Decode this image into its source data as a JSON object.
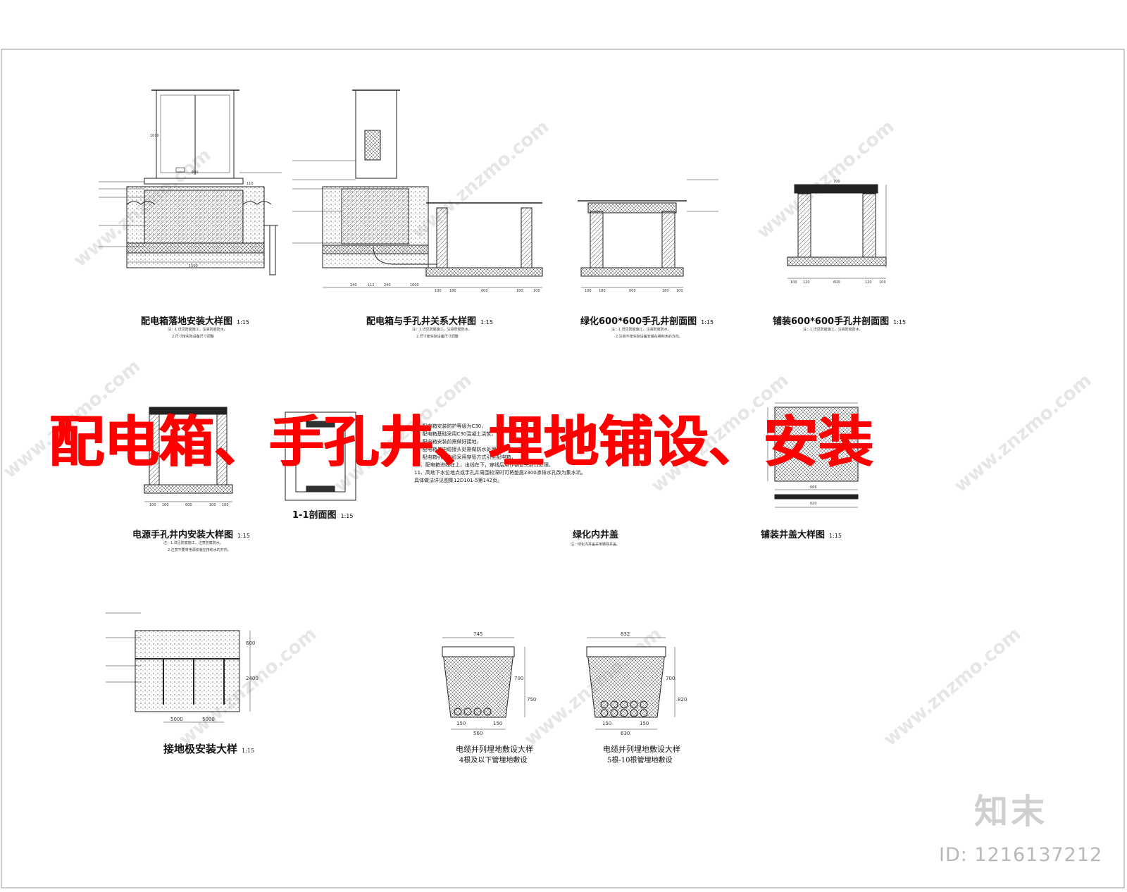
{
  "main_title": "配电箱、手孔井、埋地铺设、安装",
  "drawings": [
    {
      "title": "配电箱落地安装大样图",
      "scale": "1:15",
      "notes": [
        "注：1.详见防腐施工，注意防腐防水。",
        "2.尺寸按实际设备尺寸调整"
      ]
    },
    {
      "title": "配电箱与手孔井关系大样图",
      "scale": "1:15",
      "notes": [
        "注：1.详见防腐施工，注意防腐防水。",
        "2.尺寸按实际设备尺寸调整"
      ]
    },
    {
      "title": "绿化600*600手孔井剖面图",
      "scale": "1:15",
      "notes": [
        "注：1.详见防腐施工，注意防腐防水。",
        "2.注意不按实际设备安装在排积水的方向。"
      ]
    },
    {
      "title": "铺装600*600手孔井剖面图",
      "scale": "1:15",
      "notes": [
        "注：1.详见防腐施工，注意防腐防水。"
      ]
    },
    {
      "title": "电源手孔井内安装大样图",
      "scale": "1:15",
      "notes": [
        "注：1.详见防腐施工，注意防腐防水。",
        "2.注意不要将电源安装在排积水的井内。"
      ]
    },
    {
      "title": "1-1剖面图",
      "scale": "1:15",
      "notes": []
    },
    {
      "title": "绿化内井盖",
      "scale": "",
      "notes": [
        "注：绿化内井盖采用铸铁井盖。"
      ]
    },
    {
      "title": "铺装井盖大样图",
      "scale": "1:15",
      "notes": []
    },
    {
      "title": "接地极安装大样",
      "scale": "1:15",
      "notes": []
    },
    {
      "title": "电缆并列埋地敷设大样",
      "subtitle": "4根及以下管埋地敷设",
      "scale": "",
      "notes": []
    },
    {
      "title": "电缆并列埋地敷设大样",
      "subtitle": "5根-10根管埋地敷设",
      "scale": "",
      "notes": []
    }
  ],
  "general_notes": [
    "5、配电箱安装防护等级为C30，",
    "6、配电箱基础采用C30混凝土浇筑，",
    "7、配电箱安装前需做好接地，",
    "8、配电箱与电缆接头处需做防水处理，",
    "9、配电箱引入电缆采用穿管方式引至配电箱，",
    "10、配电箱进线在上，出线在下，穿线后用作钢管头封口处理。",
    "11、高地下水位地点或手孔井周围较深时可将垫层2300渗排水孔改为集水坑。具体做法详见图集12D101-5第142页。"
  ],
  "dims": {
    "d1": [
      "1500",
      "1000",
      "800",
      "110"
    ],
    "d2": [
      "240",
      "112",
      "240",
      "1000",
      "100",
      "180",
      "600",
      "180",
      "100"
    ],
    "d3": [
      "100",
      "180",
      "600",
      "180",
      "100"
    ],
    "d4": [
      "100",
      "120",
      "600",
      "120",
      "100",
      "700"
    ],
    "d5": [
      "100",
      "100",
      "600",
      "100",
      "100"
    ],
    "d6": [
      "5000",
      "5000",
      "2400",
      "600"
    ],
    "d7": [
      "745",
      "700",
      "750",
      "560",
      "150",
      "150"
    ],
    "d8": [
      "832",
      "700",
      "820",
      "630",
      "150",
      "150"
    ],
    "d9": [
      "666",
      "620"
    ]
  },
  "watermark": "www.znzmo.com",
  "logo": "知末",
  "id_label": "ID: 1216137212"
}
